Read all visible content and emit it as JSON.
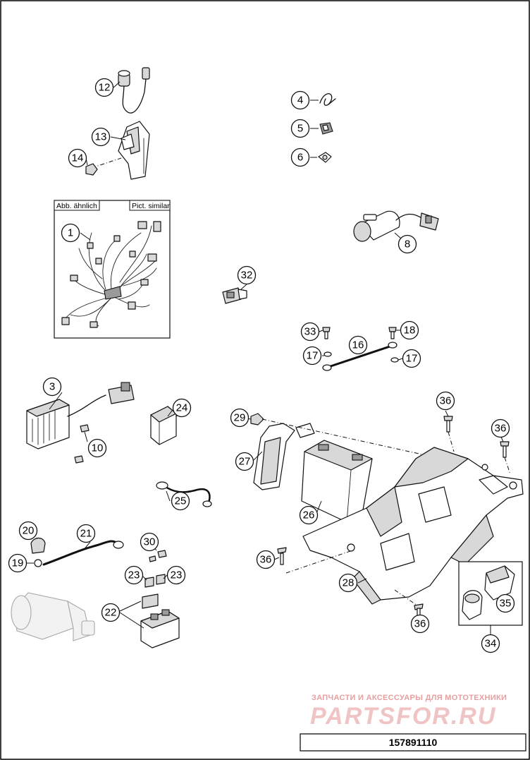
{
  "diagram": {
    "callouts": {
      "c1": "1",
      "c3": "3",
      "c4": "4",
      "c5": "5",
      "c6": "6",
      "c8": "8",
      "c10": "10",
      "c12": "12",
      "c13": "13",
      "c14": "14",
      "c16": "16",
      "c17a": "17",
      "c17b": "17",
      "c18": "18",
      "c19": "19",
      "c20": "20",
      "c21": "21",
      "c22": "22",
      "c23a": "23",
      "c23b": "23",
      "c24": "24",
      "c25": "25",
      "c26": "26",
      "c27": "27",
      "c28": "28",
      "c29": "29",
      "c30": "30",
      "c32": "32",
      "c33": "33",
      "c34": "34",
      "c35": "35",
      "c36a": "36",
      "c36b": "36",
      "c36c": "36",
      "c36d": "36"
    },
    "harness_box": {
      "label_left": "Abb. ähnlich",
      "label_right": "Pict. similar"
    }
  },
  "watermark": {
    "tagline": "ЗАПЧАСТИ И АКСЕССУАРЫ ДЛЯ МОТОТЕХНИКИ",
    "brand": "PARTSFOR.RU"
  },
  "footer": {
    "drawing_number": "157891110"
  }
}
